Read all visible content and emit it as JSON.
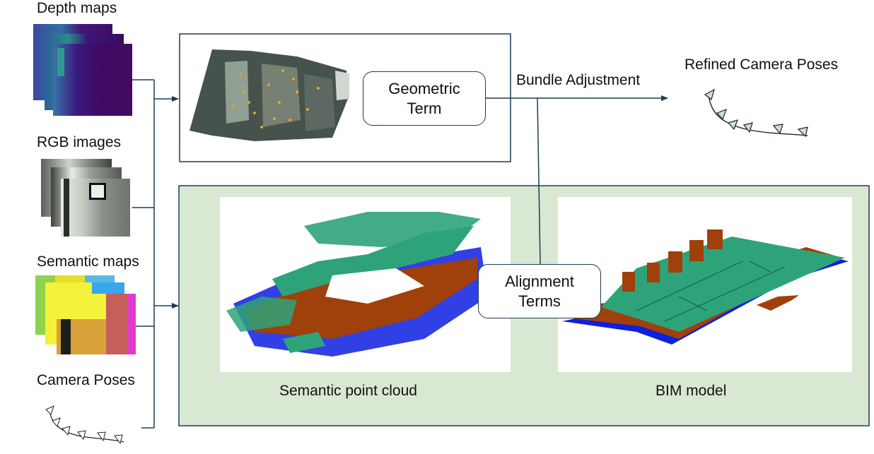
{
  "inputs": {
    "depth": "Depth maps",
    "rgb": "RGB images",
    "semantic": "Semantic maps",
    "poses": "Camera Poses"
  },
  "terms": {
    "geometric_line1": "Geometric",
    "geometric_line2": "Term",
    "alignment_line1": "Alignment",
    "alignment_line2": "Terms"
  },
  "flow": {
    "bundle_adjustment": "Bundle Adjustment",
    "output": "Refined Camera Poses"
  },
  "panels": {
    "semantic_cloud": "Semantic point cloud",
    "bim": "BIM model"
  },
  "colors": {
    "line": "#1f3b57",
    "panel_bg": "#d9e8d2",
    "wall": "#a0400a",
    "floor": "#2ea37a",
    "ceiling": "#0d1fe0"
  }
}
